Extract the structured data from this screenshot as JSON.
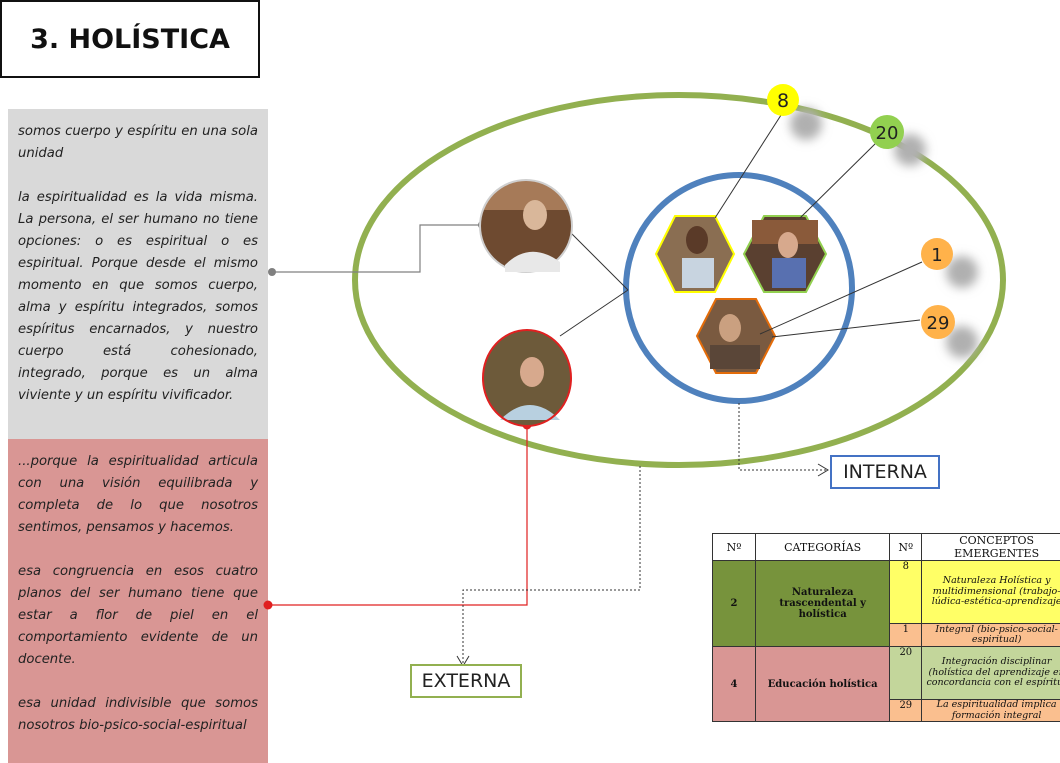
{
  "title": "3. HOLÍSTICA",
  "quotes_gray": [
    "somos cuerpo y espíritu en una sola unidad",
    "la espiritualidad es la vida misma. La persona, el ser humano no tiene opciones: o es espiritual o es espiritual. Porque desde el mismo momento en que somos cuerpo, alma y espíritu integrados, somos espíritus encarnados, y nuestro cuerpo está cohesionado, integrado, porque es un alma viviente y un espíritu vivificador."
  ],
  "quotes_red": [
    "...porque la espiritualidad articula con una visión equilibrada y completa de lo que nosotros sentimos, pensamos y hacemos.",
    "esa congruencia en esos cuatro planos del ser humano tiene que estar a flor de piel en el comportamiento evidente de un docente.",
    "esa unidad indivisible que somos nosotros bio-psico-social-espiritual"
  ],
  "labels": {
    "interna": "INTERNA",
    "externa": "EXTERNA"
  },
  "badges": [
    {
      "num": "8",
      "color": "#ffff00"
    },
    {
      "num": "20",
      "color": "#92d050"
    },
    {
      "num": "1",
      "color": "#ffb24a"
    },
    {
      "num": "29",
      "color": "#ffb24a"
    }
  ],
  "table": {
    "headers": [
      "Nº",
      "CATEGORÍAS",
      "Nº",
      "CONCEPTOS EMERGENTES"
    ],
    "groups": [
      {
        "num": "2",
        "category": "Naturaleza trascendental y holística",
        "rows": [
          {
            "n": "8",
            "concept": "Naturaleza Holística y multidimensional (trabajo-lúdica-estética-aprendizaje"
          },
          {
            "n": "1",
            "concept": "Integral (bio-psico-social-espiritual)"
          }
        ]
      },
      {
        "num": "4",
        "category": "Educación holística",
        "rows": [
          {
            "n": "20",
            "concept": "Integración disciplinar (holística del aprendizaje en concordancia con el espíritu)"
          },
          {
            "n": "29",
            "concept": "La espiritualidad implica formación integral"
          }
        ]
      }
    ]
  },
  "colors": {
    "outer_ellipse": "#92b050",
    "inner_circle": "#4f81bd",
    "gray_connector": "#808080",
    "red_connector": "#e02020"
  }
}
